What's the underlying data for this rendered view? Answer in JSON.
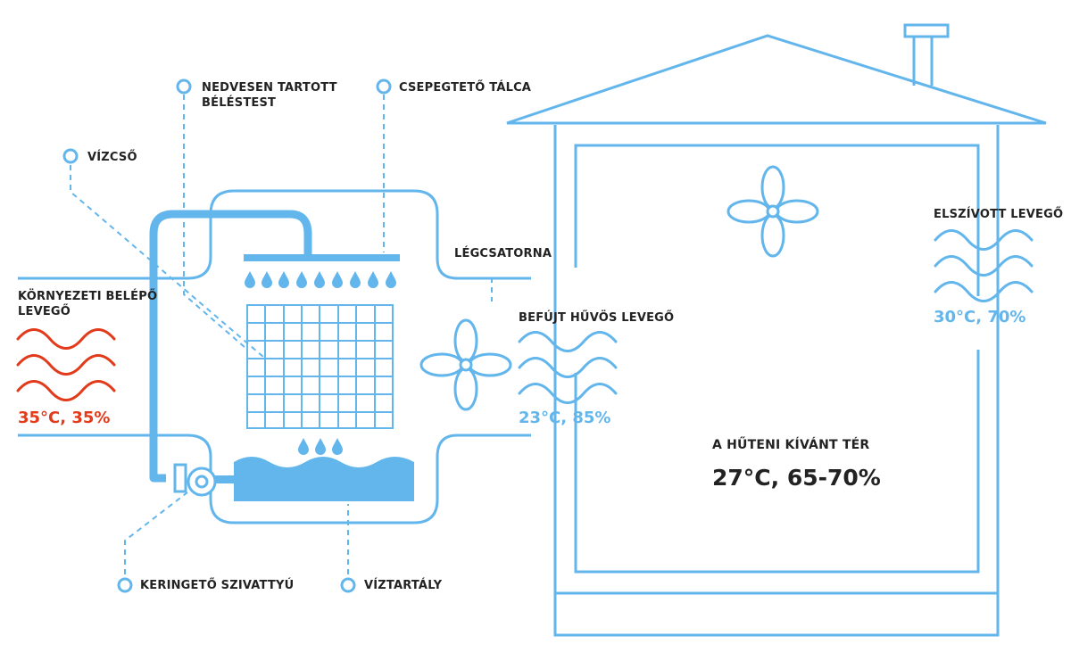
{
  "colors": {
    "outline": "#63b6ec",
    "fill": "#63b6ec",
    "hot": "#e23b1b",
    "cool": "#63b6ec",
    "dark": "#222222"
  },
  "labels": {
    "water_pipe": "VÍZCSŐ",
    "wet_pad": "NEDVESEN TARTOTT\nBÉLÉSTEST",
    "drip_tray": "CSEPEGTETŐ TÁLCA",
    "air_duct": "LÉGCSATORNA",
    "ambient_air": "KÖRNYEZETI BELÉPŐ\nLEVEGŐ",
    "supply_air": "BEFÚJT HŰVÖS LEVEGŐ",
    "exhaust_air": "ELSZÍVOTT LEVEGŐ",
    "pump": "KERINGETŐ SZIVATTYÚ",
    "water_tank": "VÍZTARTÁLY",
    "room": "A HŰTENI KÍVÁNT TÉR"
  },
  "readings": {
    "ambient": "35°C, 35%",
    "supply": "23°C, 85%",
    "exhaust": "30°C, 70%",
    "room": "27°C, 65-70%"
  },
  "icons": [
    "fan-icon",
    "heat-wave-icon",
    "cool-air-wave-icon",
    "water-drop-icon",
    "pump-icon"
  ]
}
